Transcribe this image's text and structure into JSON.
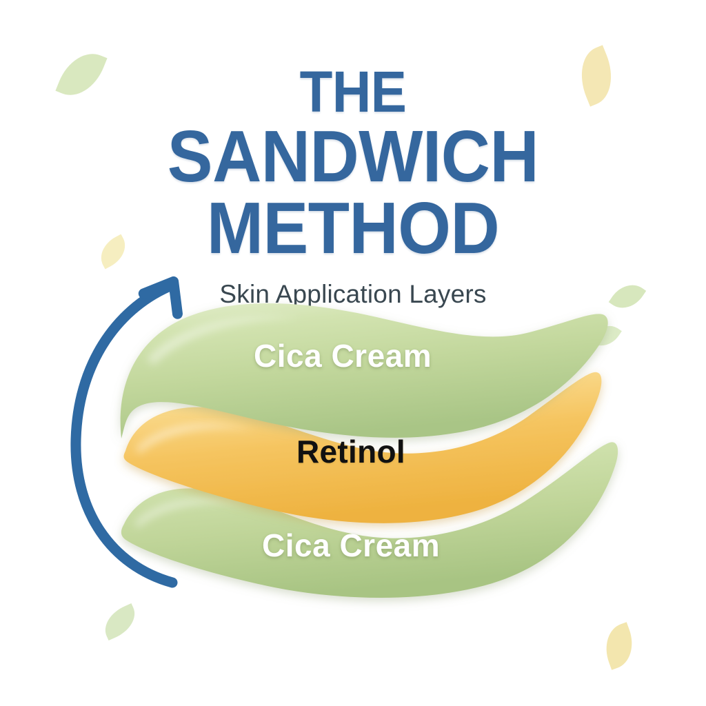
{
  "poster": {
    "background_color": "#ffffff",
    "title_line_1": "THE",
    "title_line_2": "SANDWICH METHOD",
    "subtitle": "Skin Application Layers",
    "title_color": "#35679e",
    "subtitle_color": "#394750"
  },
  "layers": [
    {
      "id": "cica-top",
      "label": "Cica Cream",
      "color": "#c3d79d",
      "label_color": "#ffffff",
      "order": "top"
    },
    {
      "id": "retinol",
      "label": "Retinol",
      "color": "#f3c158",
      "label_color": "#111111",
      "order": "middle"
    },
    {
      "id": "cica-bottom",
      "label": "Cica Cream",
      "color": "#c3d79d",
      "label_color": "#ffffff",
      "order": "bottom"
    }
  ],
  "arrow": {
    "name": "curved-sequence-arrow",
    "color": "#2f6aa3",
    "direction": "counter-clockwise-upward"
  },
  "decorations": {
    "leaves": [
      {
        "name": "leaf-top-left",
        "color": "#d9e8bf"
      },
      {
        "name": "leaf-top-right",
        "color": "#f4e7b4"
      },
      {
        "name": "leaf-mid-left",
        "color": "#f6eec0"
      },
      {
        "name": "leaf-mid-right",
        "color": "#d7e7bd"
      },
      {
        "name": "leaf-right-lower",
        "color": "#dcebc6"
      },
      {
        "name": "leaf-bottom-left",
        "color": "#d9e8c3"
      },
      {
        "name": "leaf-bottom-right",
        "color": "#f3e6ae"
      }
    ]
  }
}
